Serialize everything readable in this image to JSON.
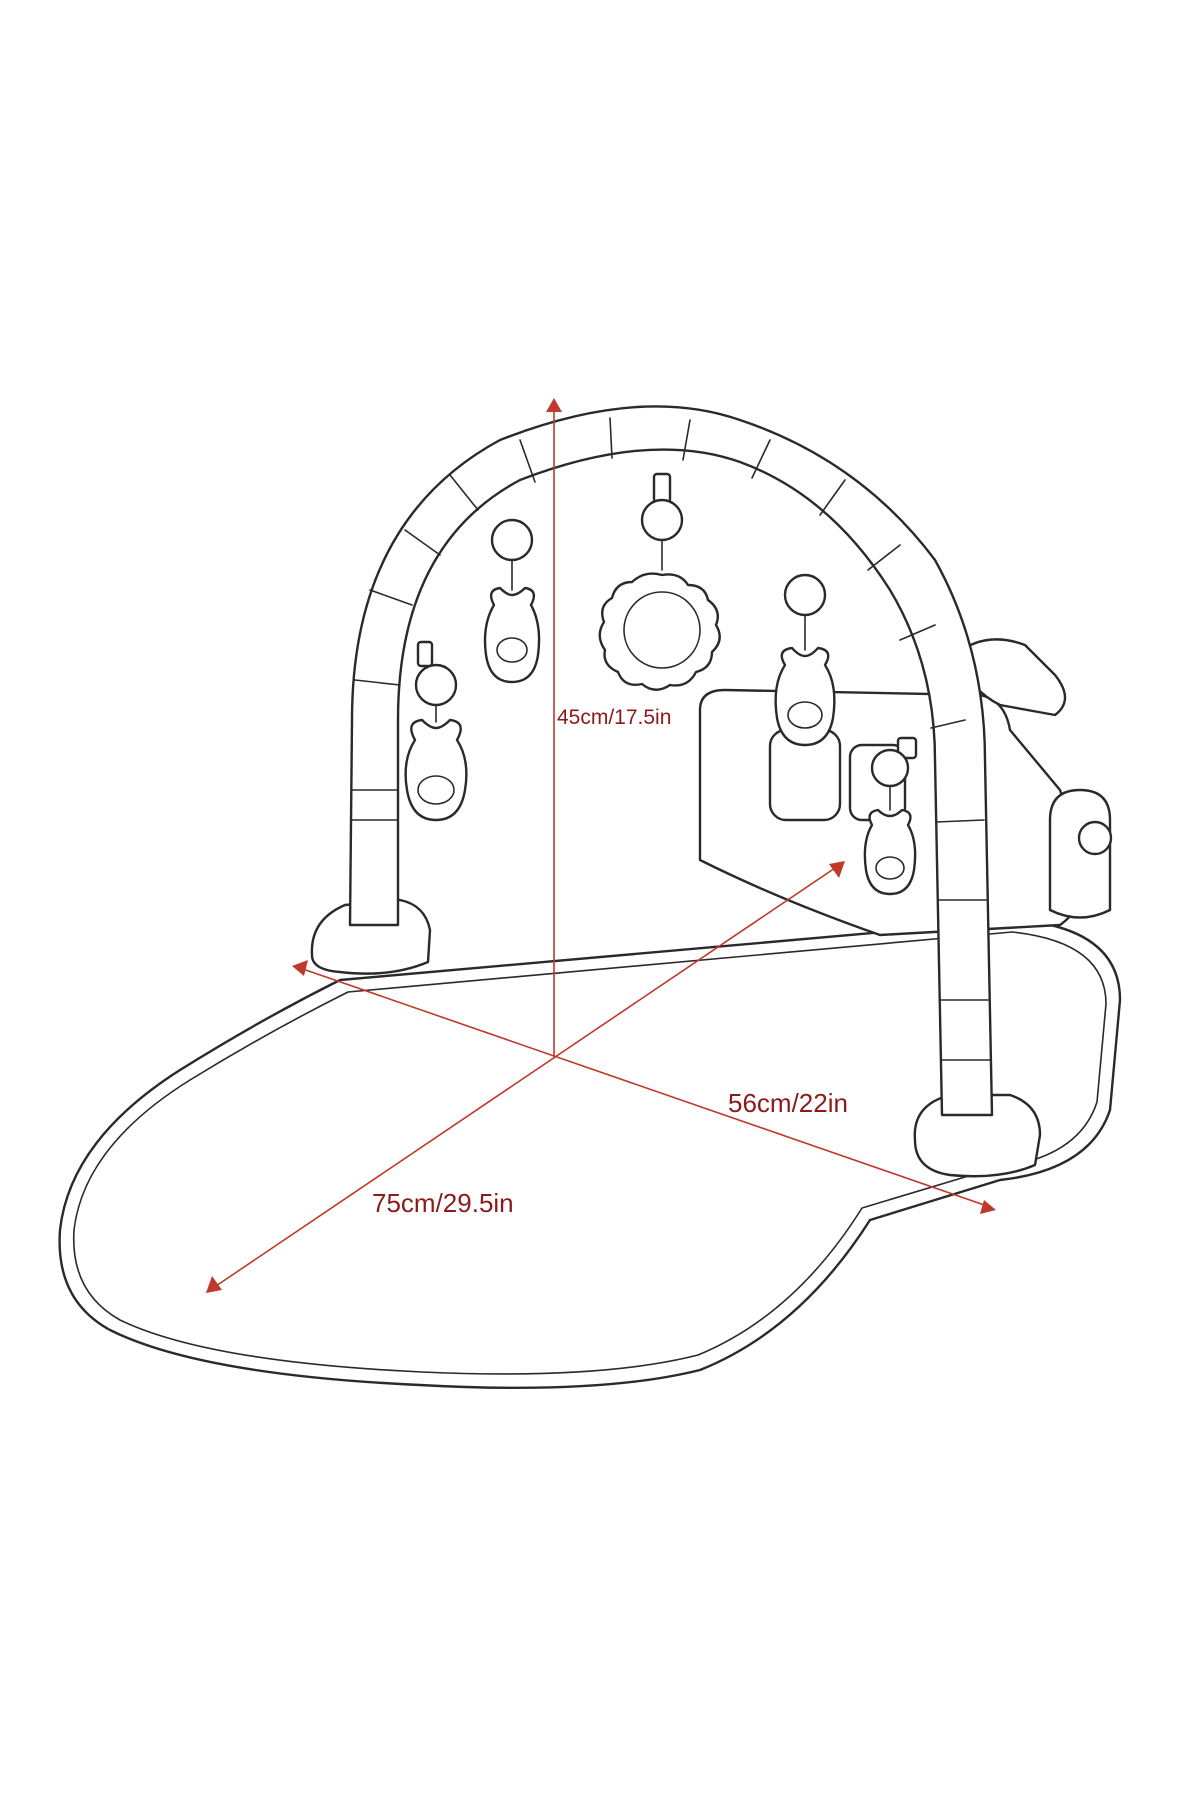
{
  "colors": {
    "outline": "#2a2a2a",
    "dimension": "#c0392b",
    "dimension_text": "#8b1a1a",
    "background": "#ffffff"
  },
  "dimensions": {
    "height": "45cm/17.5in",
    "width": "56cm/22in",
    "length": "75cm/29.5in"
  }
}
